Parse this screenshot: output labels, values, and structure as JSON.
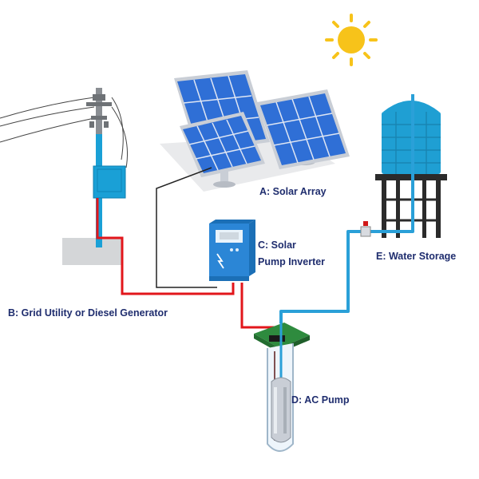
{
  "labels": {
    "solar_array": "A: Solar Array",
    "inverter_line1": "C: Solar",
    "inverter_line2": "Pump Inverter",
    "water_storage": "E: Water Storage",
    "grid": "B: Grid Utility or Diesel Generator",
    "pump": "D: AC Pump"
  },
  "colors": {
    "sun": "#f7c31a",
    "panel": "#2f6fd6",
    "panel_frame": "#c9ced6",
    "tank": "#1f9fd3",
    "tank_stand": "#2b2b2b",
    "pipe": "#2aa0d8",
    "power_wire": "#e2161b",
    "signal_wire": "#222222",
    "pole": "#1aa0d6",
    "inverter": "#2b86d6",
    "pump_board": "#2e8b3e",
    "label_text": "#1f2d6e"
  },
  "icons": [
    "sun-icon",
    "solar-panel-icon",
    "water-tank-icon",
    "utility-pole-icon",
    "inverter-icon",
    "pump-icon",
    "valve-icon"
  ]
}
